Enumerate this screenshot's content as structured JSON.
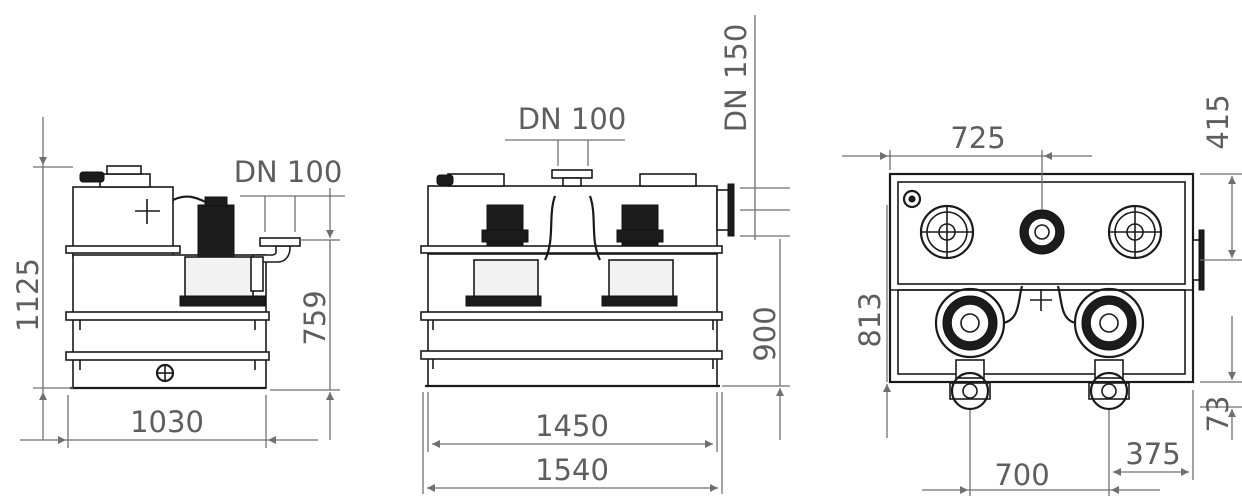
{
  "views": {
    "side": {
      "dims": {
        "height_total": "1125",
        "width": "1030",
        "outlet_height": "759",
        "pipe_dn": "DN 100"
      }
    },
    "front": {
      "dims": {
        "top_dn": "DN 100",
        "side_dn": "DN 150",
        "width_inner": "1450",
        "width_outer": "1540",
        "outlet_height": "900"
      }
    },
    "top": {
      "dims": {
        "depth": "813",
        "offset": "725",
        "top_right": "415",
        "bottom_right": "73",
        "pump_spacing": "700",
        "edge_offset": "375"
      }
    }
  }
}
